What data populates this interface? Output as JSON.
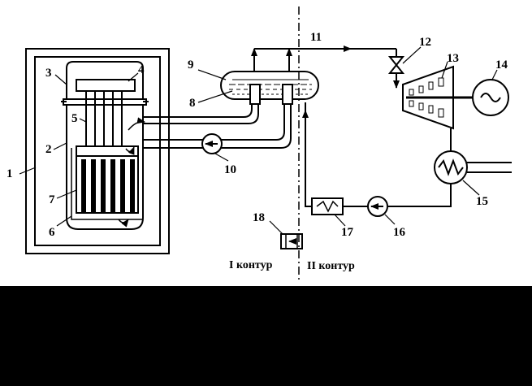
{
  "labels": {
    "n1": "1",
    "n2": "2",
    "n3": "3",
    "n4": "4",
    "n5": "5",
    "n6": "6",
    "n7": "7",
    "n8": "8",
    "n9": "9",
    "n10": "10",
    "n11": "11",
    "n12": "12",
    "n13": "13",
    "n14": "14",
    "n15": "15",
    "n16": "16",
    "n17": "17",
    "n18": "18"
  },
  "circuits": {
    "primary": "I контур",
    "secondary": "II контур"
  }
}
